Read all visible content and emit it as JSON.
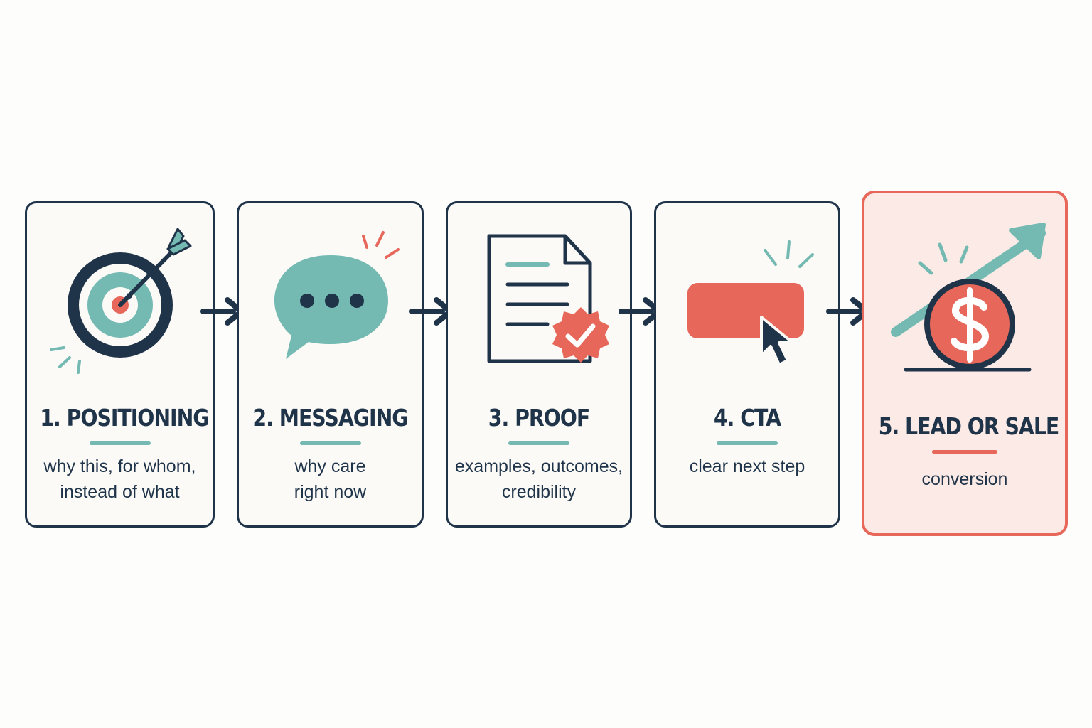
{
  "colors": {
    "navy": "#1f3349",
    "teal": "#74bab2",
    "coral": "#e7685a",
    "highlight_bg": "#fbeae5",
    "card_bg": "#fbfaf7"
  },
  "steps": [
    {
      "title": "1. POSITIONING",
      "desc": [
        "why this, for whom,",
        "instead of what"
      ],
      "icon": "target-icon",
      "accent": "#74bab2"
    },
    {
      "title": "2. MESSAGING",
      "desc": [
        "why care",
        "right now"
      ],
      "icon": "speech-bubble-icon",
      "accent": "#74bab2"
    },
    {
      "title": "3. PROOF",
      "desc": [
        "examples, outcomes,",
        "credibility"
      ],
      "icon": "document-check-icon",
      "accent": "#74bab2"
    },
    {
      "title": "4. CTA",
      "desc": [
        "clear next step"
      ],
      "icon": "button-cursor-icon",
      "accent": "#74bab2"
    },
    {
      "title": "5. LEAD OR SALE",
      "desc": [
        "conversion"
      ],
      "icon": "dollar-growth-icon",
      "accent": "#e7685a"
    }
  ]
}
